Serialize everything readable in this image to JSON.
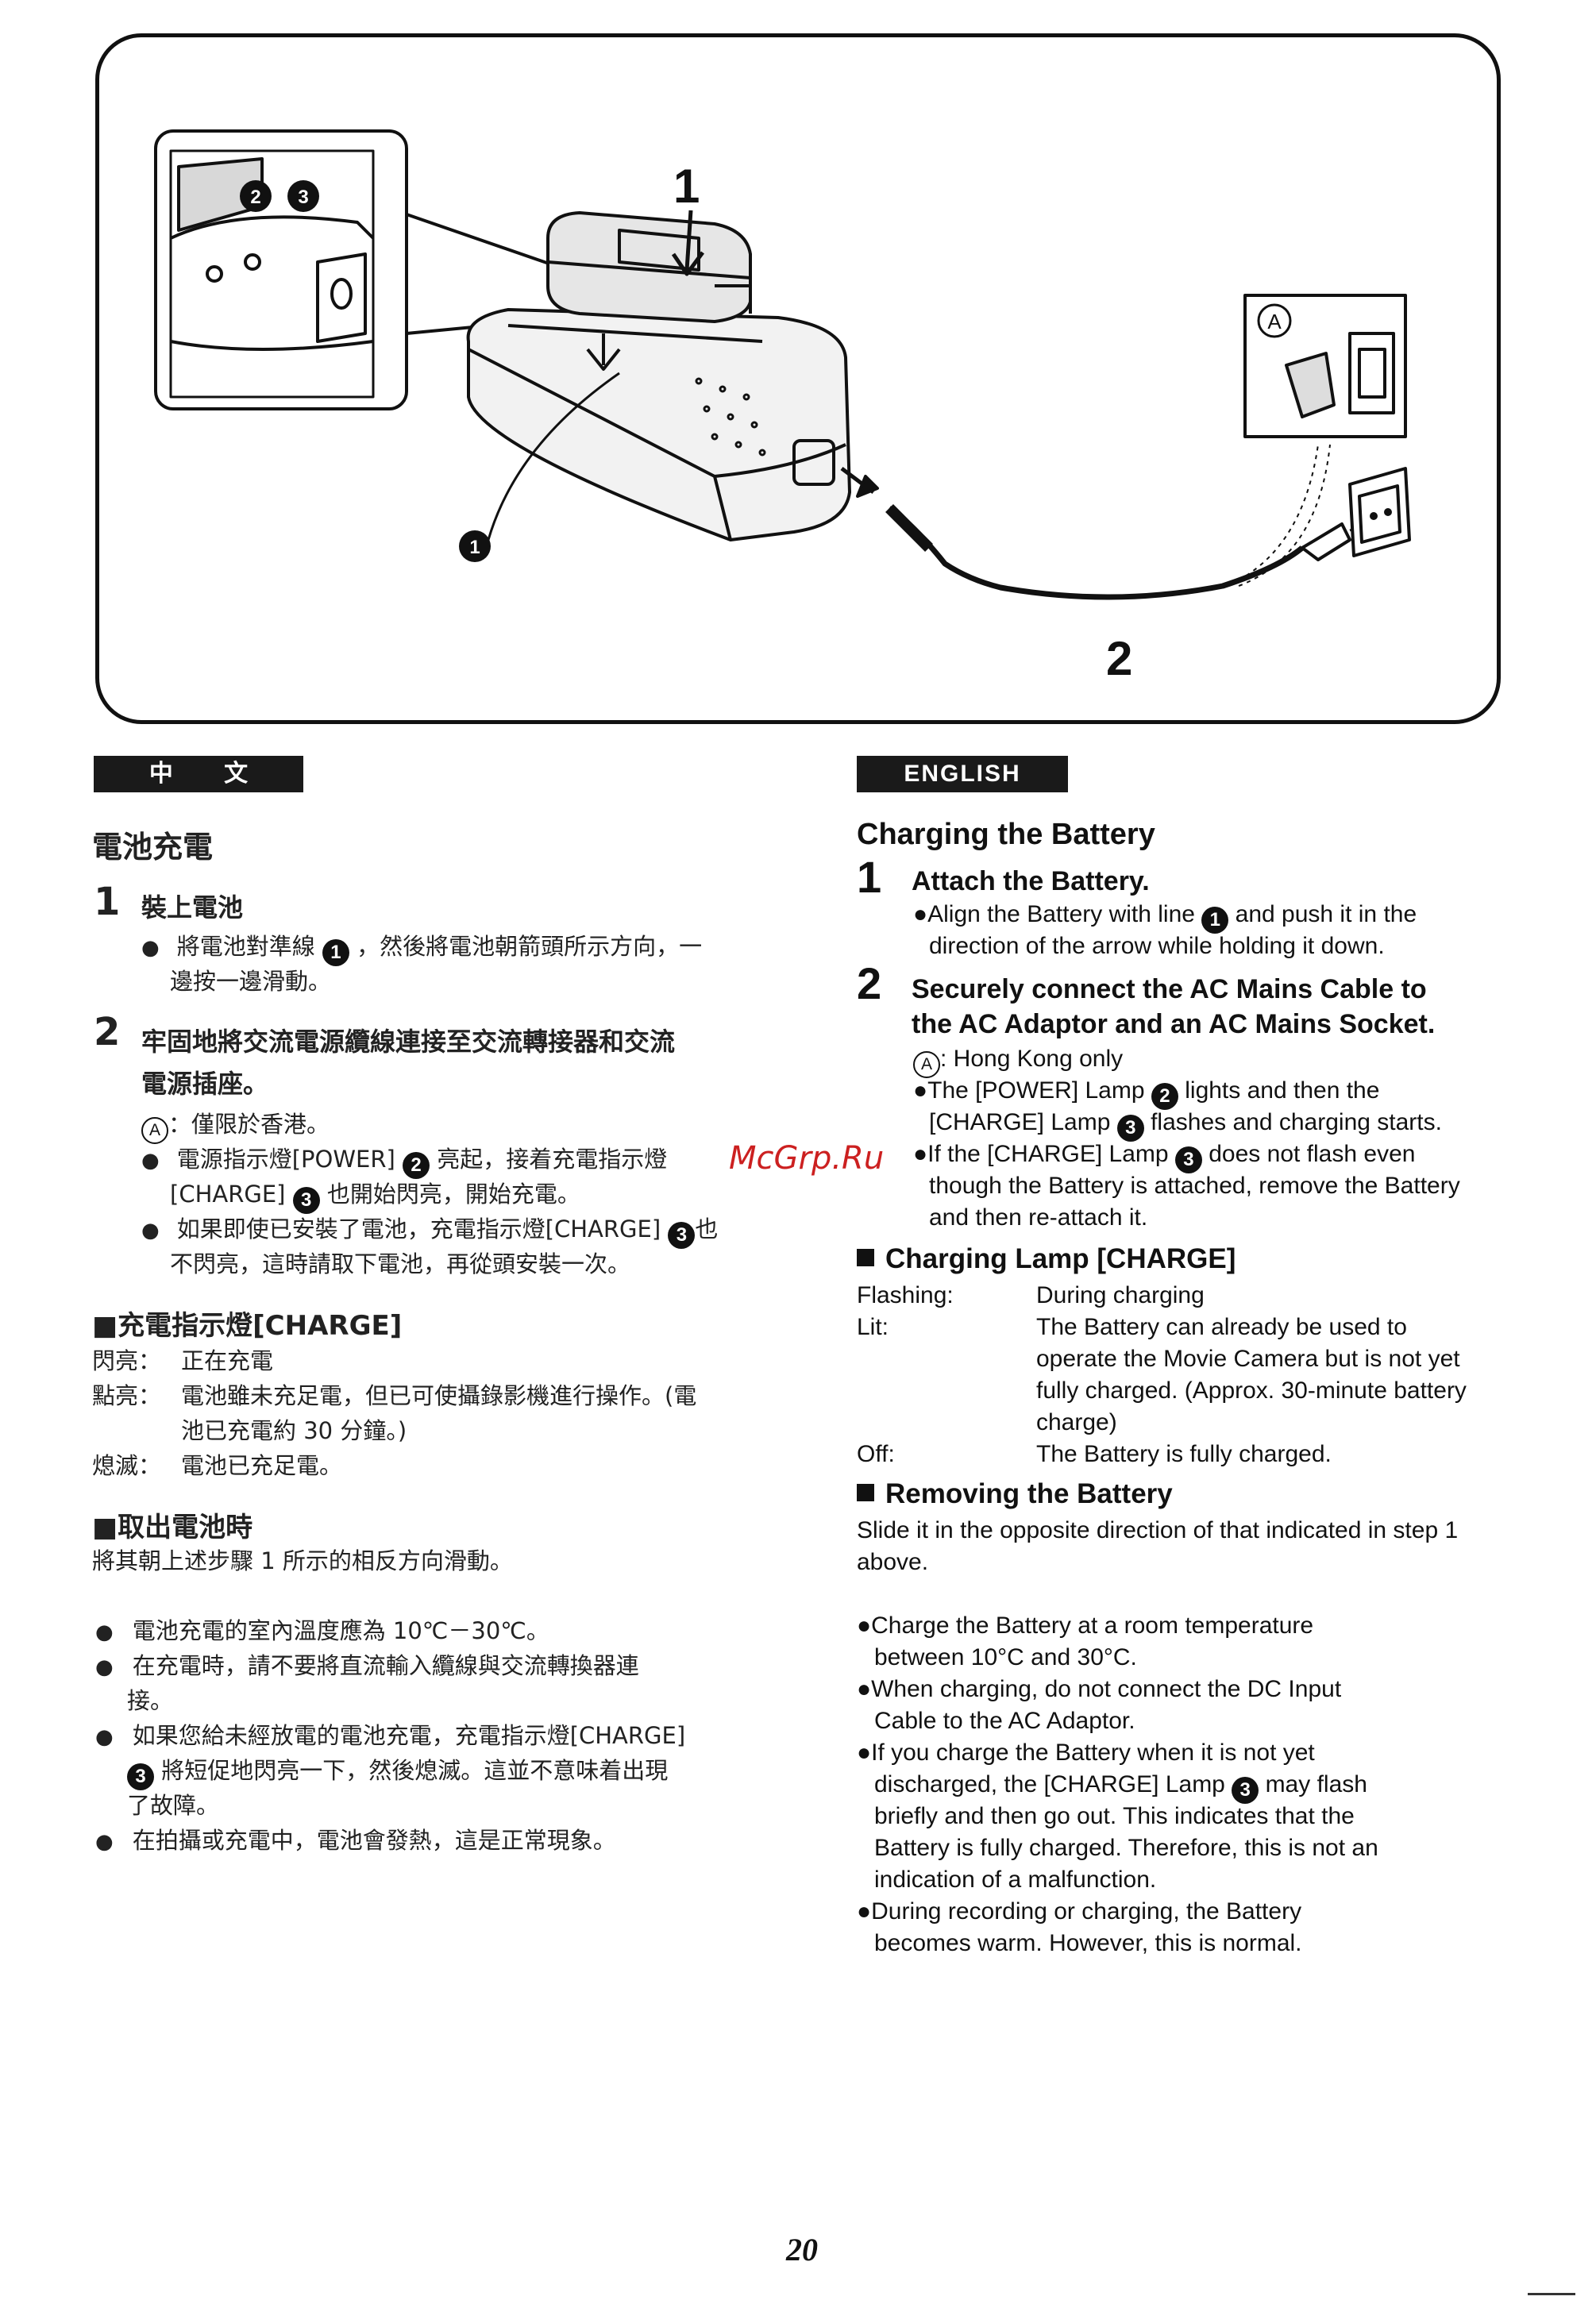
{
  "figure": {
    "callout_1": "1",
    "callout_2": "2",
    "callout_a": "A",
    "marker_1": "1",
    "marker_2": "2",
    "marker_3": "3"
  },
  "zh": {
    "lang_label": "中 文",
    "title": "電池充電",
    "step1": {
      "num": "1",
      "heading": "裝上電池",
      "bullet_a": "將電池對準線",
      "bullet_b": "，然後將電池朝箭頭所示方向，一",
      "bullet_c": "邊按一邊滑動。"
    },
    "step2": {
      "num": "2",
      "heading_1": "牢固地將交流電源纜線連接至交流轉接器和交流",
      "heading_2": "電源插座。",
      "note": "：僅限於香港。",
      "bullet1_a": "電源指示燈[POWER]",
      "bullet1_b": "亮起，接着充電指示燈",
      "bullet1_c": "[CHARGE]",
      "bullet1_d": "也開始閃亮，開始充電。",
      "bullet2_a": "如果即使已安裝了電池，充電指示燈[CHARGE]",
      "bullet2_b": "也",
      "bullet2_c": "不閃亮，這時請取下電池，再從頭安裝一次。"
    },
    "lamp": {
      "heading": "■充電指示燈[CHARGE]",
      "flash_label": "閃亮：",
      "flash_text": "正在充電",
      "lit_label": "點亮：",
      "lit_text_1": "電池雖未充足電，但已可使攝錄影機進行操作。(電",
      "lit_text_2": "池已充電約 30 分鐘。)",
      "off_label": "熄滅：",
      "off_text": "電池已充足電。"
    },
    "remove": {
      "heading": "■取出電池時",
      "text": "將其朝上述步驟 1 所示的相反方向滑動。"
    },
    "notes": {
      "n1": "電池充電的室內溫度應為 10℃－30℃。",
      "n2_a": "在充電時，請不要將直流輸入纜線與交流轉換器連",
      "n2_b": "接。",
      "n3_a": "如果您給未經放電的電池充電，充電指示燈[CHARGE]",
      "n3_b": "將短促地閃亮一下，然後熄滅。這並不意味着出現",
      "n3_c": "了故障。",
      "n4": "在拍攝或充電中，電池會發熱，這是正常現象。"
    }
  },
  "en": {
    "lang_label": "ENGLISH",
    "title": "Charging the Battery",
    "step1": {
      "num": "1",
      "heading": "Attach the Battery.",
      "bullet_a": "●Align the Battery with line",
      "bullet_b": "and push it in the",
      "bullet_c": "direction of the arrow while holding it down."
    },
    "step2": {
      "num": "2",
      "heading_1": "Securely connect the AC Mains Cable to",
      "heading_2": "the AC Adaptor and an AC Mains Socket.",
      "note": ": Hong Kong only",
      "bullet1_a": "●The [POWER] Lamp",
      "bullet1_b": "lights and then the",
      "bullet1_c": "[CHARGE] Lamp",
      "bullet1_d": "flashes and charging starts.",
      "bullet2_a": "●If the [CHARGE] Lamp",
      "bullet2_b": "does not flash even",
      "bullet2_c": "though the Battery is attached, remove the Battery",
      "bullet2_d": "and then re-attach it."
    },
    "lamp": {
      "heading": "Charging Lamp [CHARGE]",
      "flash_label": "Flashing:",
      "flash_text": "During charging",
      "lit_label": "Lit:",
      "lit_text_1": "The Battery can already be used to",
      "lit_text_2": "operate the Movie Camera but is not yet",
      "lit_text_3": "fully charged. (Approx. 30-minute battery",
      "lit_text_4": "charge)",
      "off_label": "Off:",
      "off_text": "The Battery is fully charged."
    },
    "remove": {
      "heading": "Removing the Battery",
      "text_1": "Slide it in the opposite direction of that indicated in step 1",
      "text_2": "above."
    },
    "notes": {
      "n1_a": "●Charge the Battery at a room temperature",
      "n1_b": "between 10°C and 30°C.",
      "n2_a": "●When charging, do not connect the DC Input",
      "n2_b": "Cable to the AC Adaptor.",
      "n3_a": "●If you charge the Battery when it is not yet",
      "n3_b": "discharged, the [CHARGE] Lamp",
      "n3_c": "may flash",
      "n3_d": "briefly and then go out. This indicates that the",
      "n3_e": "Battery is fully charged. Therefore, this is not an",
      "n3_f": "indication of a malfunction.",
      "n4_a": "●During recording or charging, the Battery",
      "n4_b": "becomes warm. However, this is normal."
    }
  },
  "watermark": "McGrp.Ru",
  "page_number": "20"
}
